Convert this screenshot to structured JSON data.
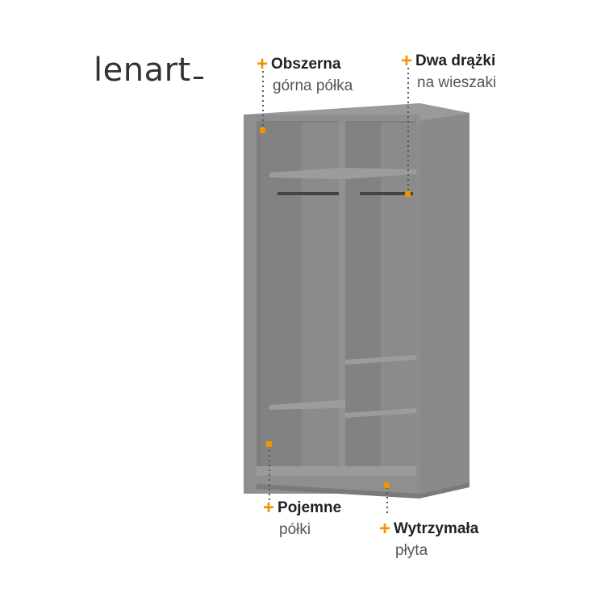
{
  "brand": {
    "logo_text": "lenart"
  },
  "colors": {
    "accent": "#f29400",
    "wardrobe_body": "#8c8c8c",
    "wardrobe_inner": "#7f7f7f",
    "wardrobe_dark": "#6f6f6f",
    "text_dark": "#222222",
    "text_light": "#555555"
  },
  "callouts": {
    "top_shelf": {
      "title": "Obszerna",
      "subtitle": "górna półka"
    },
    "rails": {
      "title": "Dwa drążki",
      "subtitle": "na wieszaki"
    },
    "shelves": {
      "title": "Pojemne",
      "subtitle": "półki"
    },
    "board": {
      "title": "Wytrzymała",
      "subtitle": "płyta"
    }
  }
}
